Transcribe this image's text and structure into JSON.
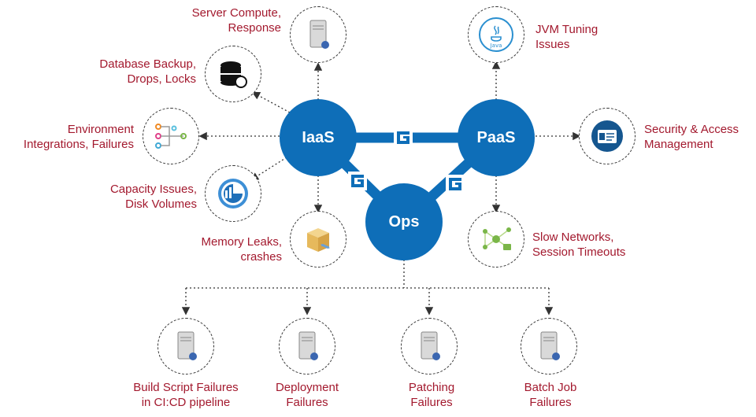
{
  "hubs": {
    "iaas": "IaaS",
    "paas": "PaaS",
    "ops": "Ops"
  },
  "colors": {
    "hub": "#0e6eb8",
    "label": "#a3192e",
    "line": "#333333"
  },
  "nodes": {
    "server_compute": {
      "lines": [
        "Server Compute,",
        "Response"
      ],
      "icon": "server-icon"
    },
    "database_backup": {
      "lines": [
        "Database Backup,",
        "Drops, Locks"
      ],
      "icon": "database-cloud-icon"
    },
    "environment": {
      "lines": [
        "Environment",
        "Integrations, Failures"
      ],
      "icon": "integration-flow-icon"
    },
    "capacity": {
      "lines": [
        "Capacity Issues,",
        "Disk Volumes"
      ],
      "icon": "pie-chart-icon"
    },
    "memory": {
      "lines": [
        "Memory Leaks,",
        "crashes"
      ],
      "icon": "memory-box-icon"
    },
    "jvm": {
      "lines": [
        "JVM Tuning",
        "Issues"
      ],
      "icon": "java-icon"
    },
    "security": {
      "lines": [
        "Security & Access",
        "Management"
      ],
      "icon": "id-card-icon"
    },
    "network": {
      "lines": [
        "Slow Networks,",
        "Session Timeouts"
      ],
      "icon": "network-icon"
    },
    "build": {
      "lines": [
        "Build Script Failures",
        "in CI:CD pipeline"
      ],
      "icon": "server-icon"
    },
    "deployment": {
      "lines": [
        "Deployment",
        "Failures"
      ],
      "icon": "server-icon"
    },
    "patching": {
      "lines": [
        "Patching",
        "Failures"
      ],
      "icon": "server-icon"
    },
    "batch": {
      "lines": [
        "Batch Job",
        "Failures"
      ],
      "icon": "server-icon"
    }
  }
}
